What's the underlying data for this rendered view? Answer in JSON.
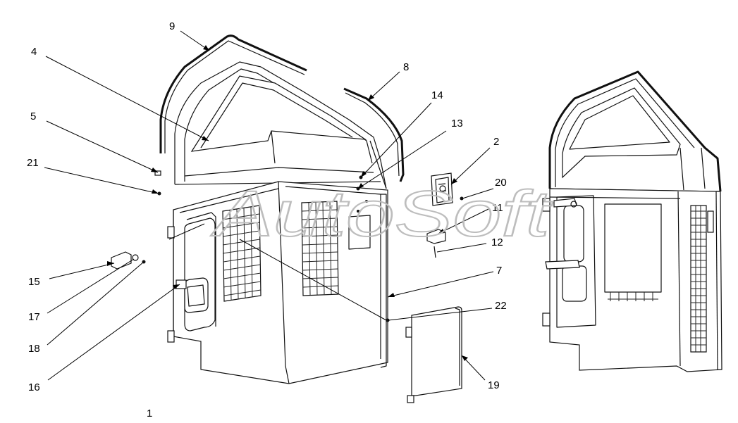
{
  "watermark": "AutoSoft",
  "callouts": [
    {
      "id": "9",
      "label": "9"
    },
    {
      "id": "4",
      "label": "4"
    },
    {
      "id": "8",
      "label": "8"
    },
    {
      "id": "14",
      "label": "14"
    },
    {
      "id": "13",
      "label": "13"
    },
    {
      "id": "5",
      "label": "5"
    },
    {
      "id": "2",
      "label": "2"
    },
    {
      "id": "21",
      "label": "21"
    },
    {
      "id": "20",
      "label": "20"
    },
    {
      "id": "11",
      "label": "11"
    },
    {
      "id": "12",
      "label": "12"
    },
    {
      "id": "15",
      "label": "15"
    },
    {
      "id": "7",
      "label": "7"
    },
    {
      "id": "17",
      "label": "17"
    },
    {
      "id": "22",
      "label": "22"
    },
    {
      "id": "18",
      "label": "18"
    },
    {
      "id": "16",
      "label": "16"
    },
    {
      "id": "19",
      "label": "19"
    },
    {
      "id": "1",
      "label": "1"
    }
  ]
}
